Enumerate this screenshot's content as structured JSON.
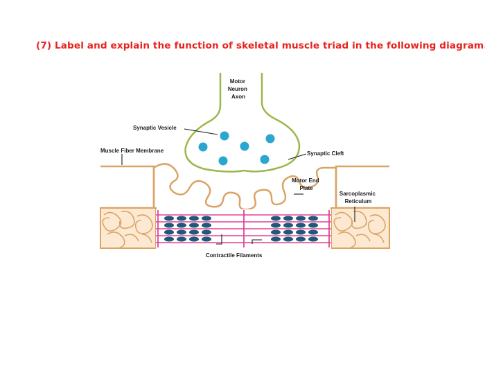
{
  "question": "(7) Label and explain the function of skeletal muscle triad in the following diagram.",
  "labels": {
    "motor_neuron_axon": [
      "Motor",
      "Neuron",
      "Axon"
    ],
    "synaptic_vesicle": "Synaptic Vesicle",
    "muscle_fiber_membrane": "Muscle Fiber Membrane",
    "synaptic_cleft": "Synaptic Cleft",
    "motor_end_plate": [
      "Motor End",
      "Plate"
    ],
    "sarcoplasmic_reticulum": [
      "Sarcoplasmic",
      "Reticulum"
    ],
    "contractile_filaments": "Contractile Filaments"
  },
  "colors": {
    "question_text": "#e8231f",
    "neuron_outline": "#9ab84a",
    "vesicle": "#2aa6cf",
    "membrane": "#d9a466",
    "reticulum_fill": "#fde9d2",
    "filament_thick": "#1e5a78",
    "filament_thin": "#e0429a"
  }
}
